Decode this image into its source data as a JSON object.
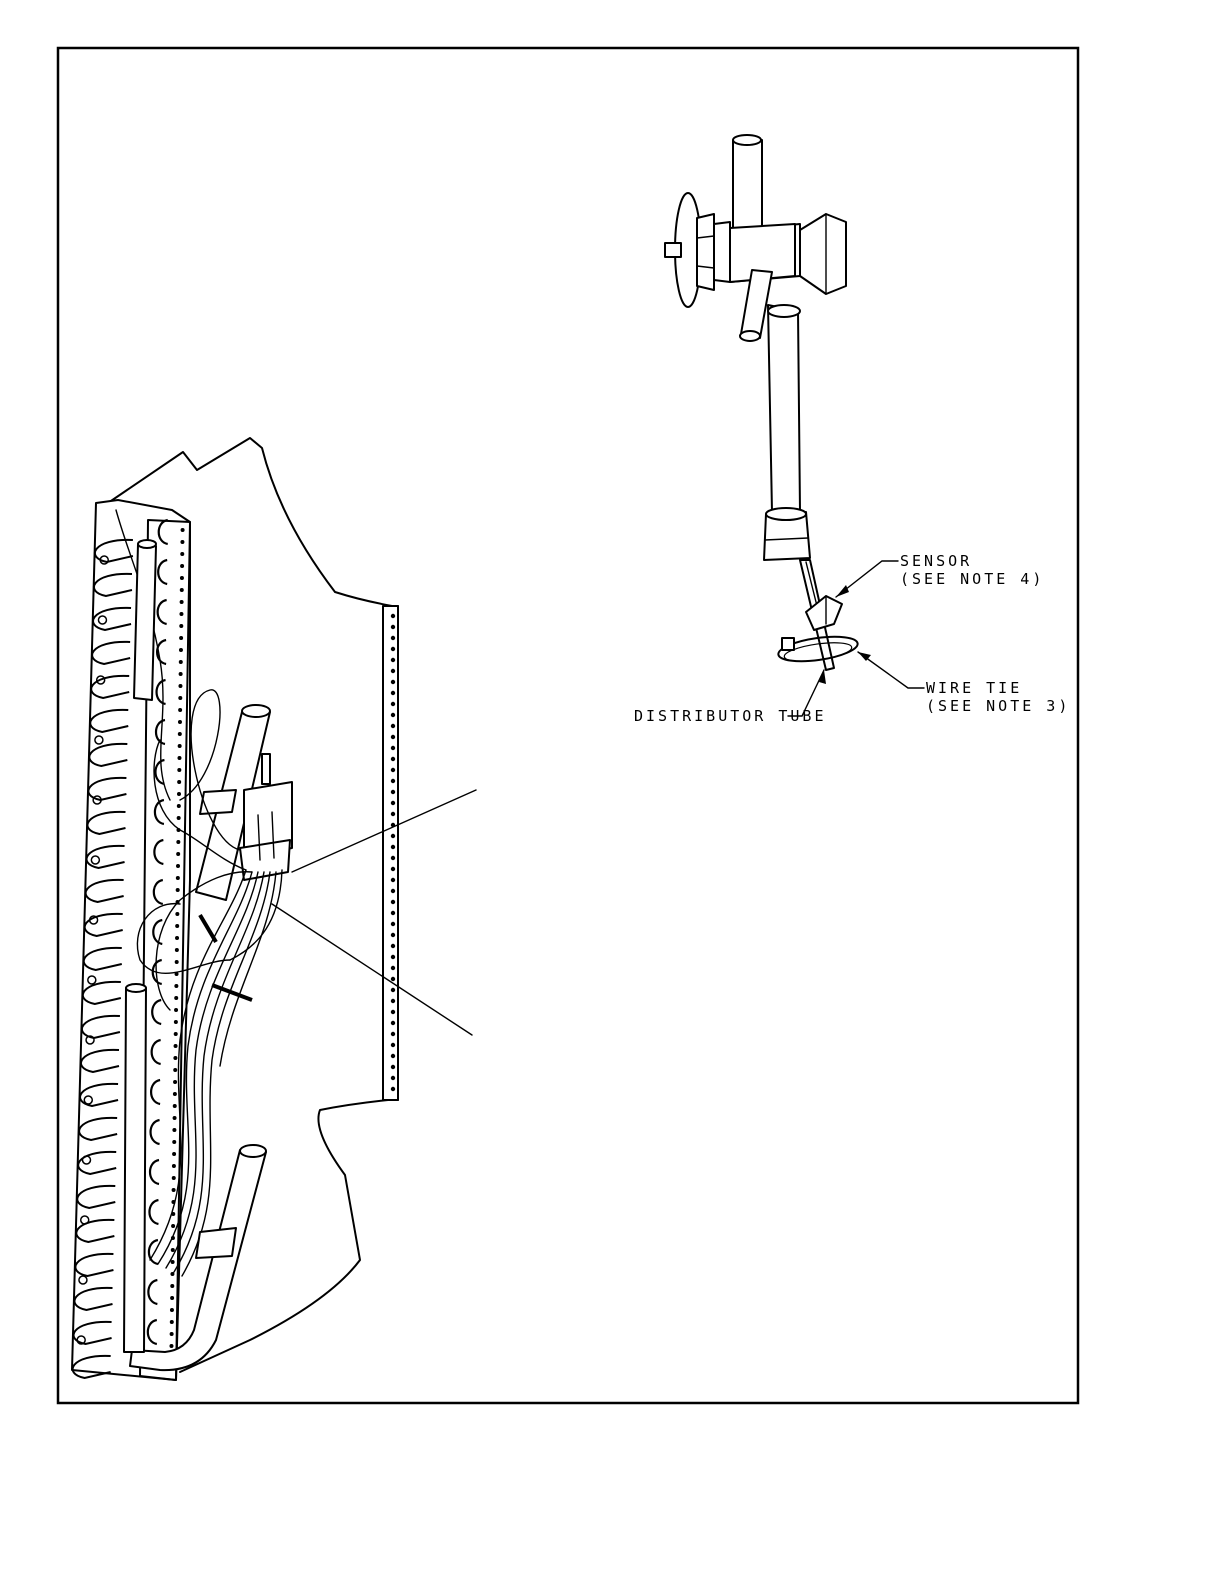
{
  "callouts": {
    "sensor": {
      "line1": "SENSOR",
      "line2": "(SEE NOTE 4)"
    },
    "wire_tie": {
      "line1": "WIRE TIE",
      "line2": "(SEE NOTE 3)"
    },
    "distributor_tube": {
      "line1": "DISTRIBUTOR TUBE"
    }
  },
  "colors": {
    "ink": "#000000",
    "paper": "#ffffff"
  }
}
